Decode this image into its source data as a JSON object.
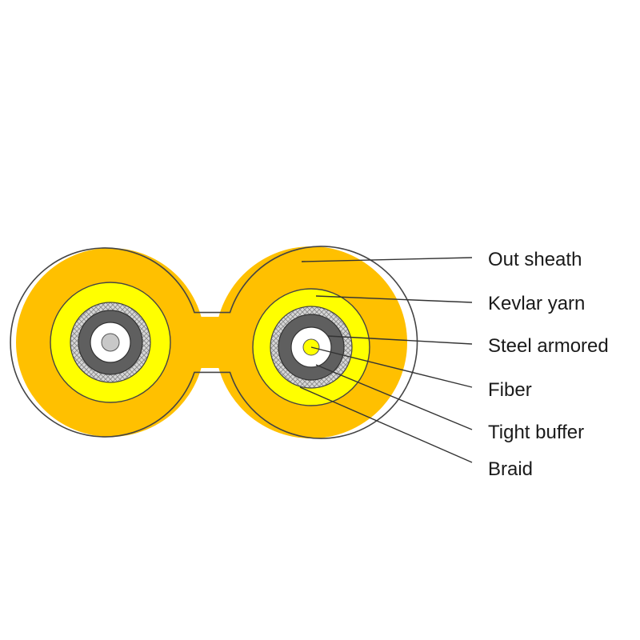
{
  "diagram": {
    "labels": {
      "out_sheath": "Out sheath",
      "kevlar_yarn": "Kevlar yarn",
      "steel_armored": "Steel armored",
      "fiber": "Fiber",
      "tight_buffer": "Tight buffer",
      "braid": "Braid"
    },
    "colors": {
      "out_sheath": "#FFC000",
      "kevlar_yarn": "#FFFF00",
      "steel_armored": "#5F5F5F",
      "braid": "#D0D0D0",
      "tight_buffer": "#FFFFFF",
      "fiber_core_left": "#C8C8C8",
      "fiber_core_right": "#FFFF00",
      "outline": "#444444"
    }
  }
}
